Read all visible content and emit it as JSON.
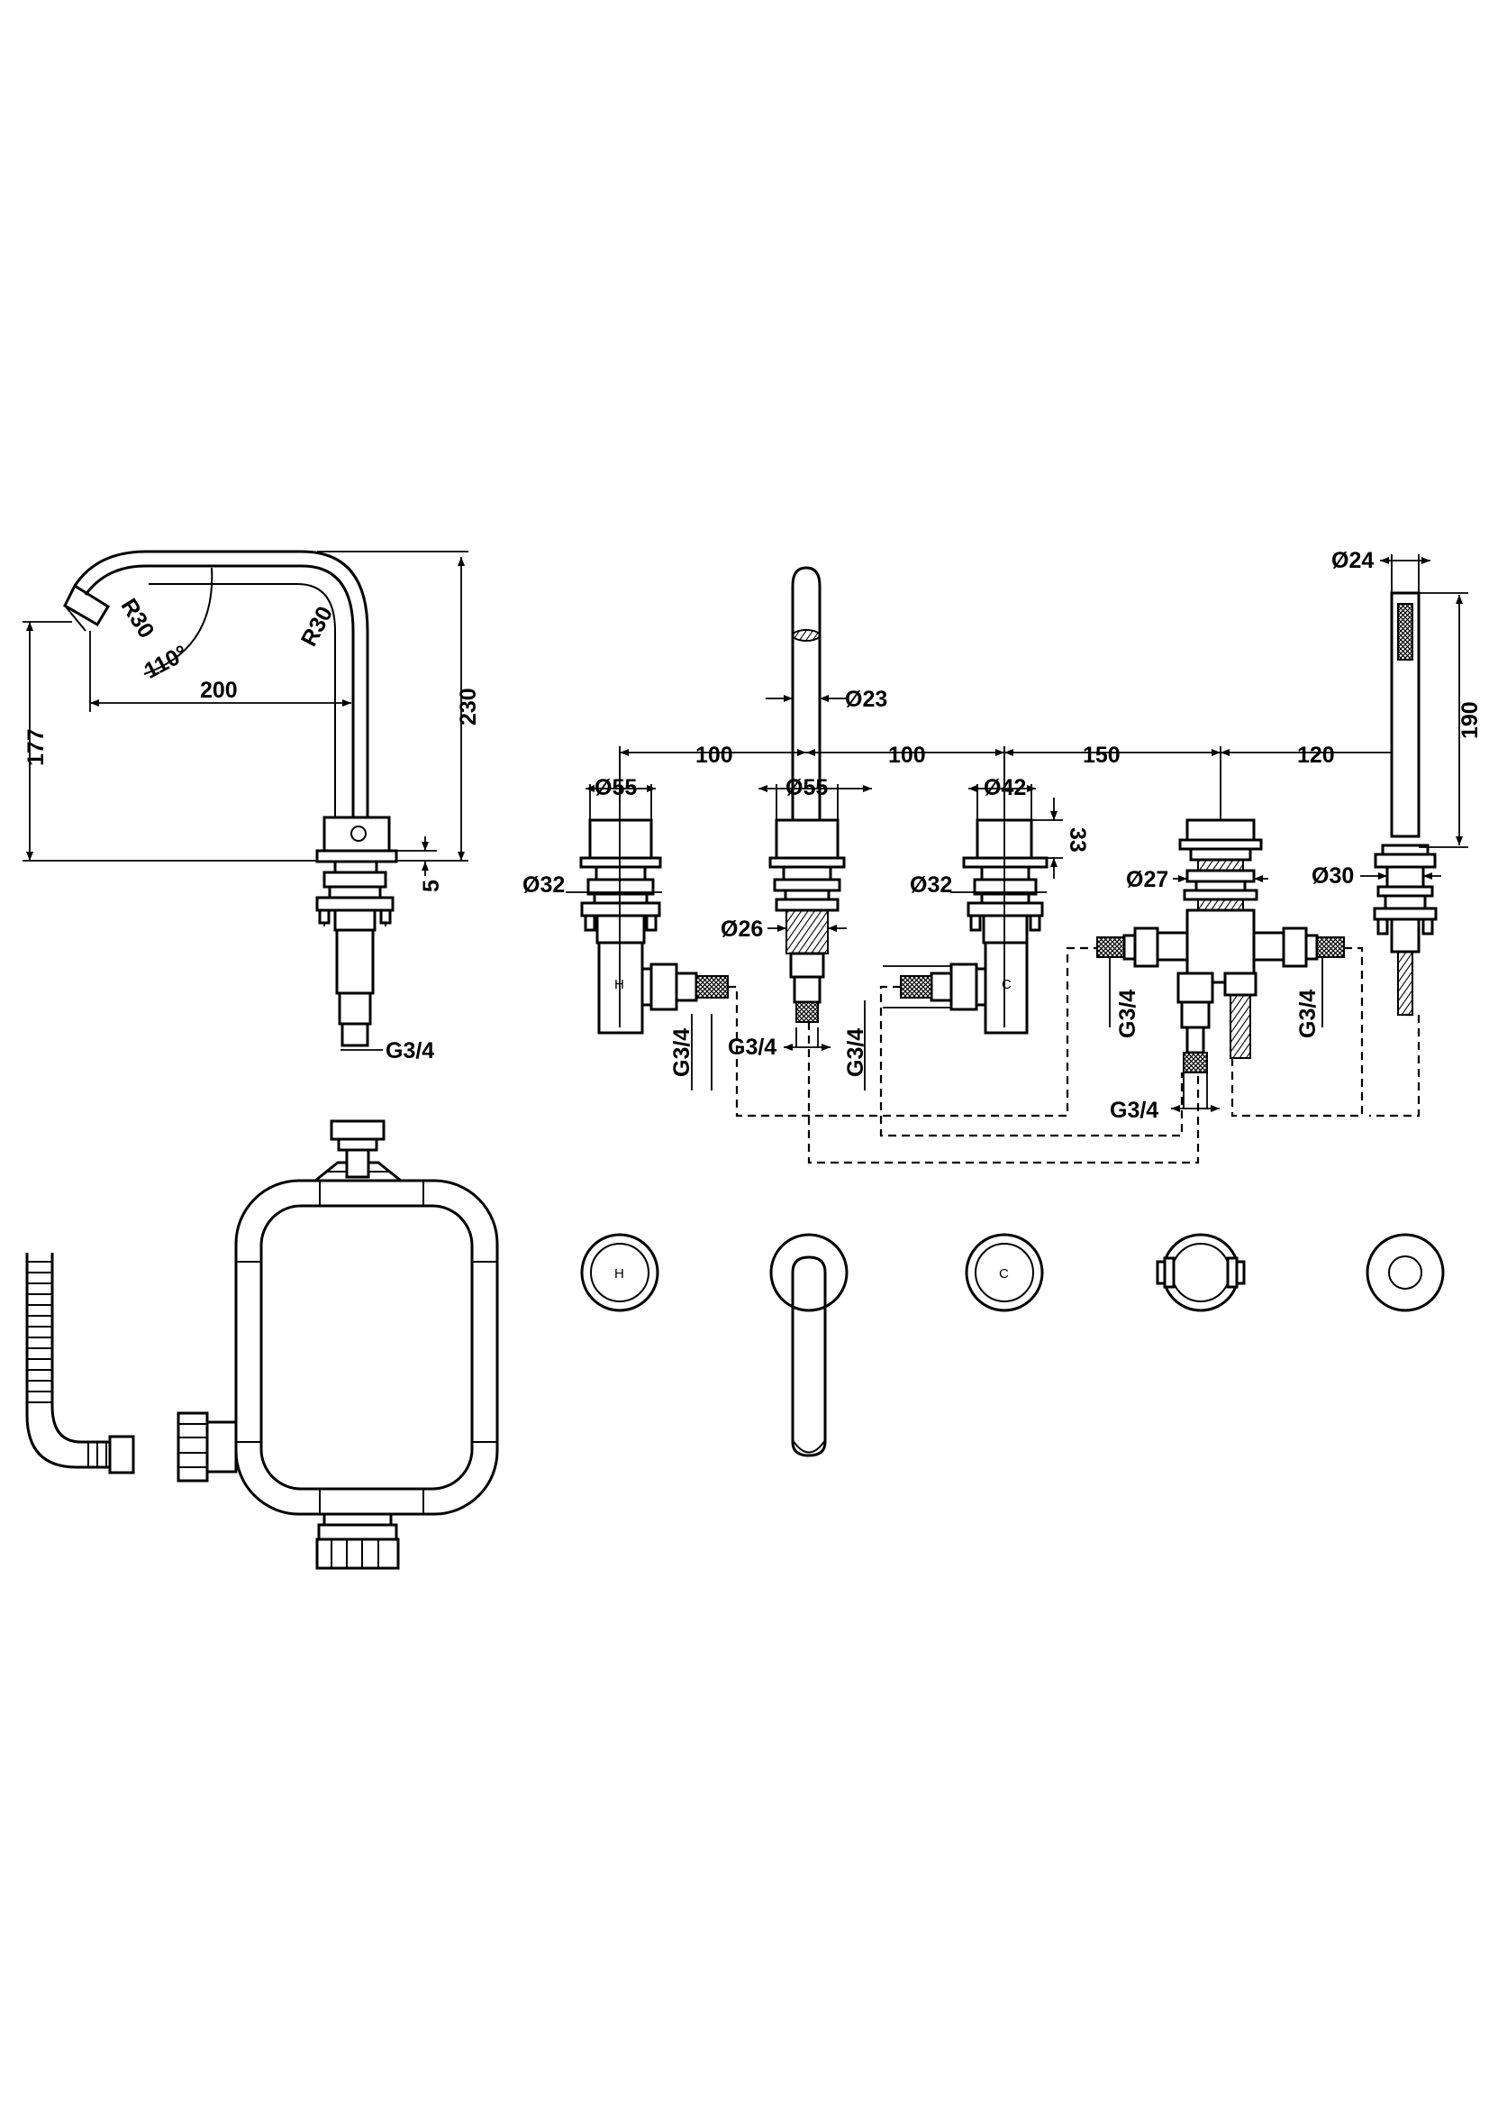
{
  "dimensions": {
    "side_view": {
      "radius_left": "R30",
      "radius_right": "R30",
      "angle": "110°",
      "reach": "200",
      "height_total": "230",
      "height_spout": "177",
      "base_gap": "5",
      "thread": "G3/4"
    },
    "spacing": {
      "hot_to_spout": "100",
      "spout_to_cold": "100",
      "cold_to_diverter": "150",
      "diverter_to_handset": "120"
    },
    "hot_valve": {
      "handle_dia": "Ø55",
      "body_dia": "Ø32",
      "thread": "G3/4",
      "label": "H"
    },
    "spout": {
      "outlet_dia": "Ø23",
      "base_dia": "Ø55",
      "shank_dia": "Ø26",
      "thread": "G3/4"
    },
    "cold_valve": {
      "handle_dia": "Ø42",
      "handle_height": "33",
      "body_dia": "Ø32",
      "thread": "G3/4",
      "label": "C"
    },
    "diverter": {
      "body_dia": "Ø27",
      "thread_left": "G3/4",
      "thread_right": "G3/4",
      "thread_bottom": "G3/4"
    },
    "handset": {
      "head_dia": "Ø24",
      "length": "190",
      "holder_dia": "Ø30"
    }
  },
  "plan_labels": {
    "hot": "H",
    "cold": "C"
  }
}
